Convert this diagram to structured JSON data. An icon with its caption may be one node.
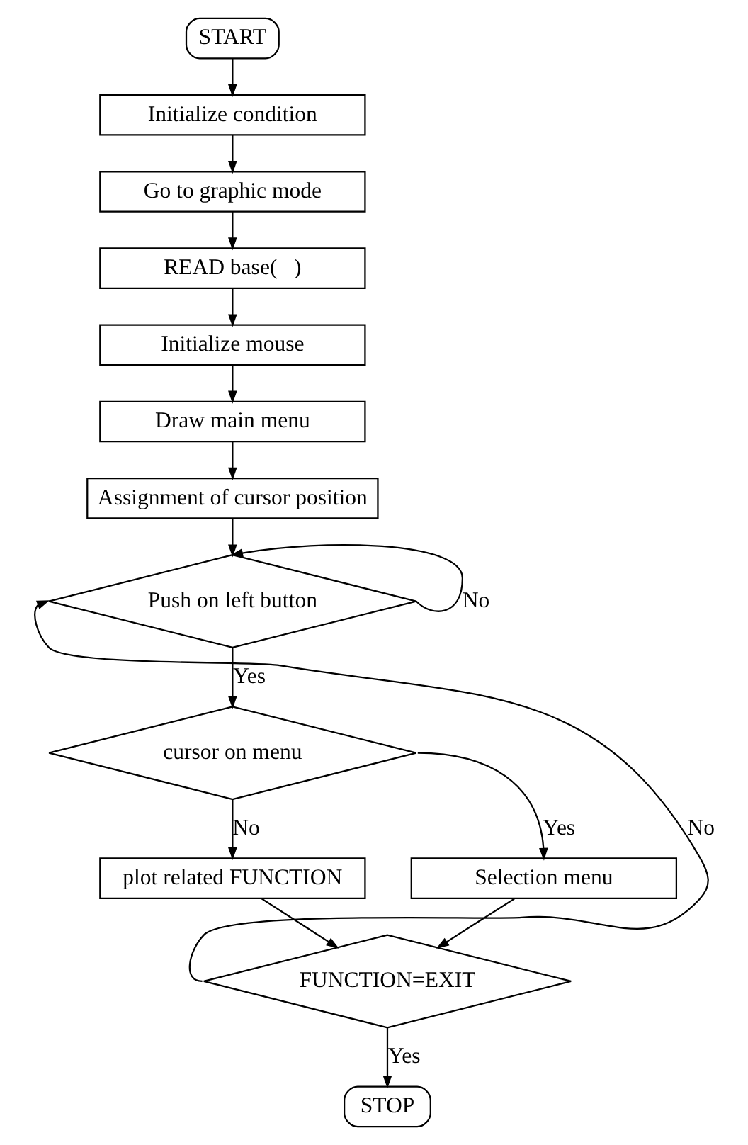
{
  "diagram": {
    "nodes": [
      {
        "text": [
          "START"
        ]
      },
      {
        "text": [
          "Initialize condition"
        ]
      },
      {
        "text": [
          "Go to graphic mode"
        ]
      },
      {
        "text": [
          "READ base(   )"
        ]
      },
      {
        "text": [
          "Initialize mouse"
        ]
      },
      {
        "text": [
          "Draw main menu"
        ]
      },
      {
        "text": [
          "Assignment of cursor position"
        ]
      },
      {
        "text": [
          "Push on left button"
        ]
      },
      {
        "text": [
          "cursor on menu"
        ]
      },
      {
        "text": [
          "plot related FUNCTION"
        ]
      },
      {
        "text": [
          "Selection menu"
        ]
      },
      {
        "text": [
          "FUNCTION=EXIT"
        ]
      },
      {
        "text": [
          "STOP"
        ]
      }
    ],
    "edges": [
      {
        "from": 0,
        "to": 1,
        "arrow": "to"
      },
      {
        "from": 1,
        "to": 2,
        "arrow": "to"
      },
      {
        "from": 2,
        "to": 3,
        "arrow": "to"
      },
      {
        "from": 3,
        "to": 4,
        "arrow": "to"
      },
      {
        "from": 4,
        "to": 5,
        "arrow": "to"
      },
      {
        "from": 5,
        "to": 6,
        "arrow": "to"
      },
      {
        "from": 6,
        "to": 7,
        "arrow": "to"
      },
      {
        "from": 7,
        "to": 7,
        "label": "No",
        "arrow": "to"
      },
      {
        "from": 7,
        "to": 8,
        "label": "Yes",
        "arrow": "to"
      },
      {
        "from": 8,
        "to": 9,
        "label": "No",
        "arrow": "to"
      },
      {
        "from": 8,
        "to": 10,
        "label": "Yes",
        "arrow": "to"
      },
      {
        "from": 9,
        "to": 11,
        "arrow": "to"
      },
      {
        "from": 10,
        "to": 11,
        "arrow": "to"
      },
      {
        "from": 11,
        "to": 7,
        "label": "No",
        "arrow": "to"
      },
      {
        "from": 11,
        "to": 12,
        "label": "Yes",
        "arrow": "to"
      }
    ]
  }
}
